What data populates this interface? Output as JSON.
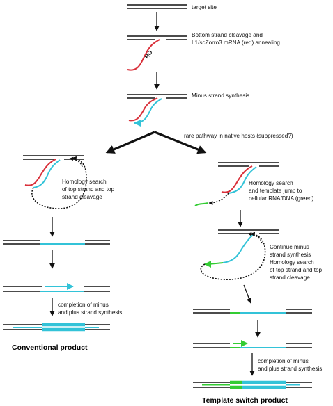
{
  "labels": {
    "target_site": "target site",
    "bottom_cleavage_1": "Bottom strand cleavage and",
    "bottom_cleavage_2": "L1/scZorro3 mRNA (red) annealing",
    "ho": "HO",
    "minus_synthesis": "Minus strand synthesis",
    "rare_pathway": "rare pathway in native hosts (suppressed?)",
    "left_homology_1": "Homology search",
    "left_homology_2": "of top strand and top",
    "left_homology_3": "strand cleavage",
    "right_jump_1": "Homology search",
    "right_jump_2": "and template jump to",
    "right_jump_3": "cellular RNA/DNA (green)",
    "continue_1": "Continue minus",
    "continue_2": "strand synthesis",
    "continue_3": "Homology search",
    "continue_4": "of top strand and top",
    "continue_5": "strand cleavage",
    "left_completion_1": "completion of minus",
    "left_completion_2": "and plus strand synthesis",
    "right_completion_1": "completion of minus",
    "right_completion_2": "and plus strand synthesis",
    "conventional_product": "Conventional product",
    "template_switch_product": "Template switch product"
  },
  "colors": {
    "dna": "#111111",
    "rna": "#d9303a",
    "cdna": "#33c3d8",
    "cellular": "#33cc33"
  }
}
